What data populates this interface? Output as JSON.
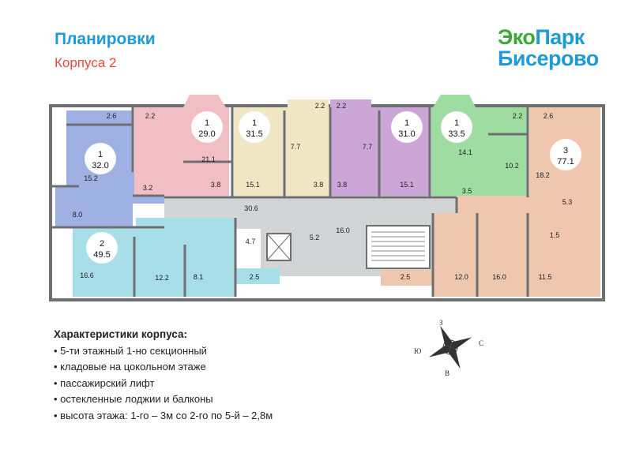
{
  "header": {
    "title": "Планировки",
    "subtitle": "Корпуса 2"
  },
  "logo": {
    "line1_a": "Эко",
    "line1_b": "Парк",
    "line2": "Бисерово"
  },
  "colors": {
    "blue": "#9fb0e2",
    "pink": "#f1bfc3",
    "yellow": "#f2e7c5",
    "purple": "#cba6d6",
    "green": "#9fdca2",
    "teal": "#a7dee7",
    "peach": "#efc6ae",
    "corridor": "#d2d4d5",
    "wall": "#6e6f71"
  },
  "circles": [
    {
      "rooms": "1",
      "area": "32.0"
    },
    {
      "rooms": "1",
      "area": "29.0"
    },
    {
      "rooms": "1",
      "area": "31.5"
    },
    {
      "rooms": "1",
      "area": "31.0"
    },
    {
      "rooms": "1",
      "area": "33.5"
    },
    {
      "rooms": "3",
      "area": "77.1"
    },
    {
      "rooms": "2",
      "area": "49.5"
    }
  ],
  "rooms": {
    "r1": "2.6",
    "r2": "15.2",
    "r3": "3.2",
    "r4": "8.0",
    "r5": "2.2",
    "r6": "21.1",
    "r7": "3.8",
    "r8": "15.1",
    "r9": "2.2",
    "r10": "7.7",
    "r11": "3.8",
    "r12": "2.2",
    "r13": "7.7",
    "r14": "3.8",
    "r15": "15.1",
    "r16": "14.1",
    "r17": "3.5",
    "r18": "2.2",
    "r19": "10.2",
    "r20": "2.6",
    "r21": "18.2",
    "r22": "5.3",
    "r23": "1.5",
    "r24": "30.6",
    "r25": "5.2",
    "r26": "16.0",
    "r27": "16.6",
    "r28": "12.2",
    "r29": "8.1",
    "r30": "4.7",
    "r31": "2.5",
    "r32": "2.5",
    "r33": "12.0",
    "r34": "16.0",
    "r35": "11.5"
  },
  "specs": {
    "heading": "Характеристики корпуса:",
    "items": [
      "5-ти этажный 1-но секционный",
      "кладовые на цокольном этаже",
      "пассажирский лифт",
      "остекленные лоджии и балконы",
      "высота этажа: 1-го – 3м со 2-го по 5-й – 2,8м"
    ]
  },
  "compass": {
    "north": "С",
    "south": "Ю",
    "east": "В",
    "west": "З"
  }
}
